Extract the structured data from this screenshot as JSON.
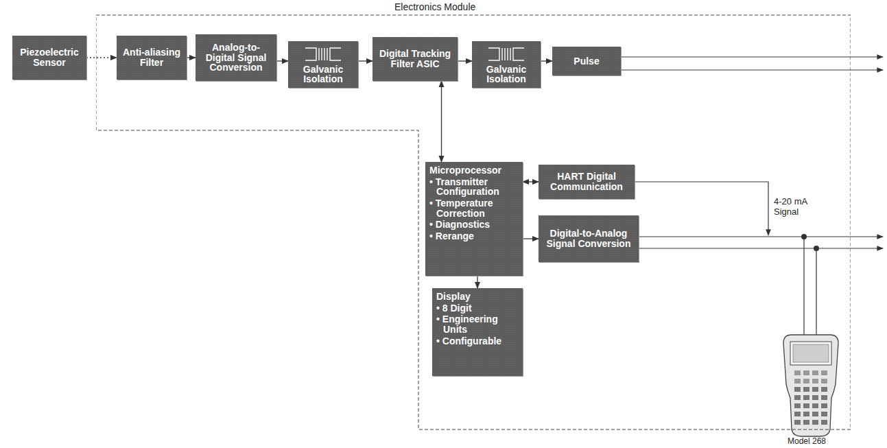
{
  "diagram": {
    "nodes": [
      {
        "text": [
          "Piezoelectric Sensor"
        ]
      },
      {
        "text": [
          "Electronics Module"
        ]
      },
      {
        "text": [
          "Anti-aliasing Filter"
        ],
        "in": 1
      },
      {
        "text": [
          "Analog-to-Digital Signal Conversion"
        ],
        "in": 1
      },
      {
        "text": [
          "Galvanic Isolation"
        ],
        "in": 1
      },
      {
        "text": [
          "Digital Tracking Filter ASIC"
        ],
        "in": 1
      },
      {
        "text": [
          "Galvanic Isolation"
        ],
        "in": 1
      },
      {
        "text": [
          "Pulse"
        ],
        "in": 1
      },
      {
        "text": [
          "Microprocessor",
          "• Transmitter Configuration",
          "• Temperature Correction",
          "• Diagnostics",
          "• Rerange"
        ],
        "in": 1
      },
      {
        "text": [
          "HART Digital Communication"
        ],
        "in": 1
      },
      {
        "text": [
          "Digital-to-Analog Signal Conversion"
        ],
        "in": 1
      },
      {
        "text": [
          "Display",
          "• 8 Digit",
          "• Engineering Units",
          "• Configurable"
        ],
        "in": 1
      }
    ],
    "edges": [
      {
        "from": 0,
        "to": 2,
        "arrow": "to"
      },
      {
        "from": 2,
        "to": 3,
        "arrow": "to"
      },
      {
        "from": 3,
        "to": 4,
        "arrow": "to"
      },
      {
        "from": 4,
        "to": 5,
        "arrow": "to"
      },
      {
        "from": 5,
        "to": 6,
        "arrow": "to"
      },
      {
        "from": 6,
        "to": 7,
        "arrow": "to"
      },
      {
        "from": 5,
        "to": 8,
        "arrow": "both"
      },
      {
        "from": 8,
        "to": 9,
        "arrow": "both"
      },
      {
        "from": 8,
        "to": 10,
        "arrow": "to"
      },
      {
        "from": 8,
        "to": 11,
        "arrow": "to"
      }
    ],
    "labels": [
      "4-20 mA Signal",
      "Model 268"
    ]
  }
}
